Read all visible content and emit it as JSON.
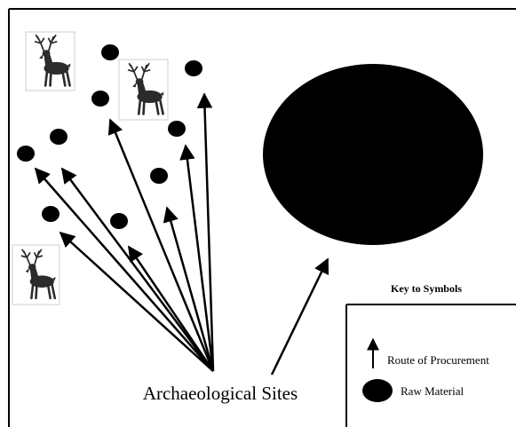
{
  "diagram": {
    "site_label": "Archaeological Sites",
    "key": {
      "title": "Key to Symbols",
      "items": [
        {
          "symbol": "arrow",
          "label": "Route of Procurement"
        },
        {
          "symbol": "ellipse",
          "label": "Raw Material"
        }
      ]
    },
    "deer_icons": [
      "deer-icon",
      "deer-icon",
      "deer-icon"
    ],
    "colors": {
      "ink": "#000000",
      "deer": "#2b2b2b",
      "background": "#ffffff"
    }
  }
}
